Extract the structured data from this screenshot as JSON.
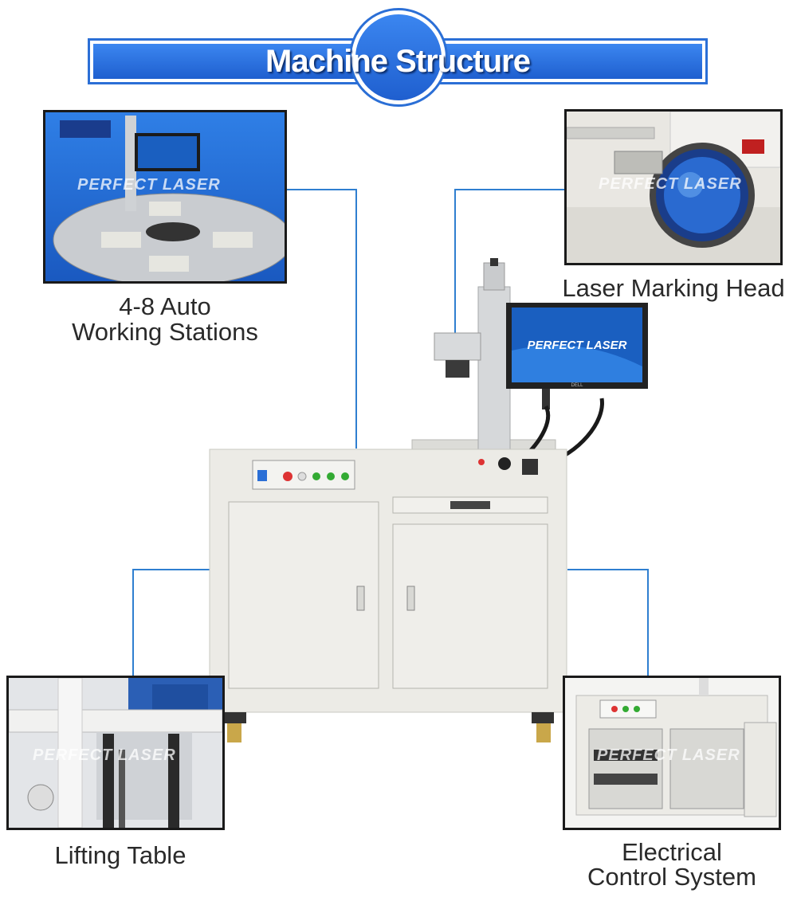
{
  "banner": {
    "title": "Machine Structure"
  },
  "callouts": {
    "stations": {
      "caption_line1": "4-8 Auto",
      "caption_line2": "Working Stations"
    },
    "head": {
      "caption": "Laser Marking Head"
    },
    "lifting": {
      "caption": "Lifting Table"
    },
    "electrical": {
      "caption_line1": "Electrical",
      "caption_line2": "Control System"
    }
  },
  "branding": {
    "watermark": "PERFECT LASER",
    "monitor_text": "PERFECT LASER",
    "monitor_brand": "DELL"
  },
  "colors": {
    "accent": "#2b6fd6",
    "leader_line": "#2f7fd0",
    "cabinet": "#ecebe6",
    "monitor_screen": "#1a5fc0"
  }
}
